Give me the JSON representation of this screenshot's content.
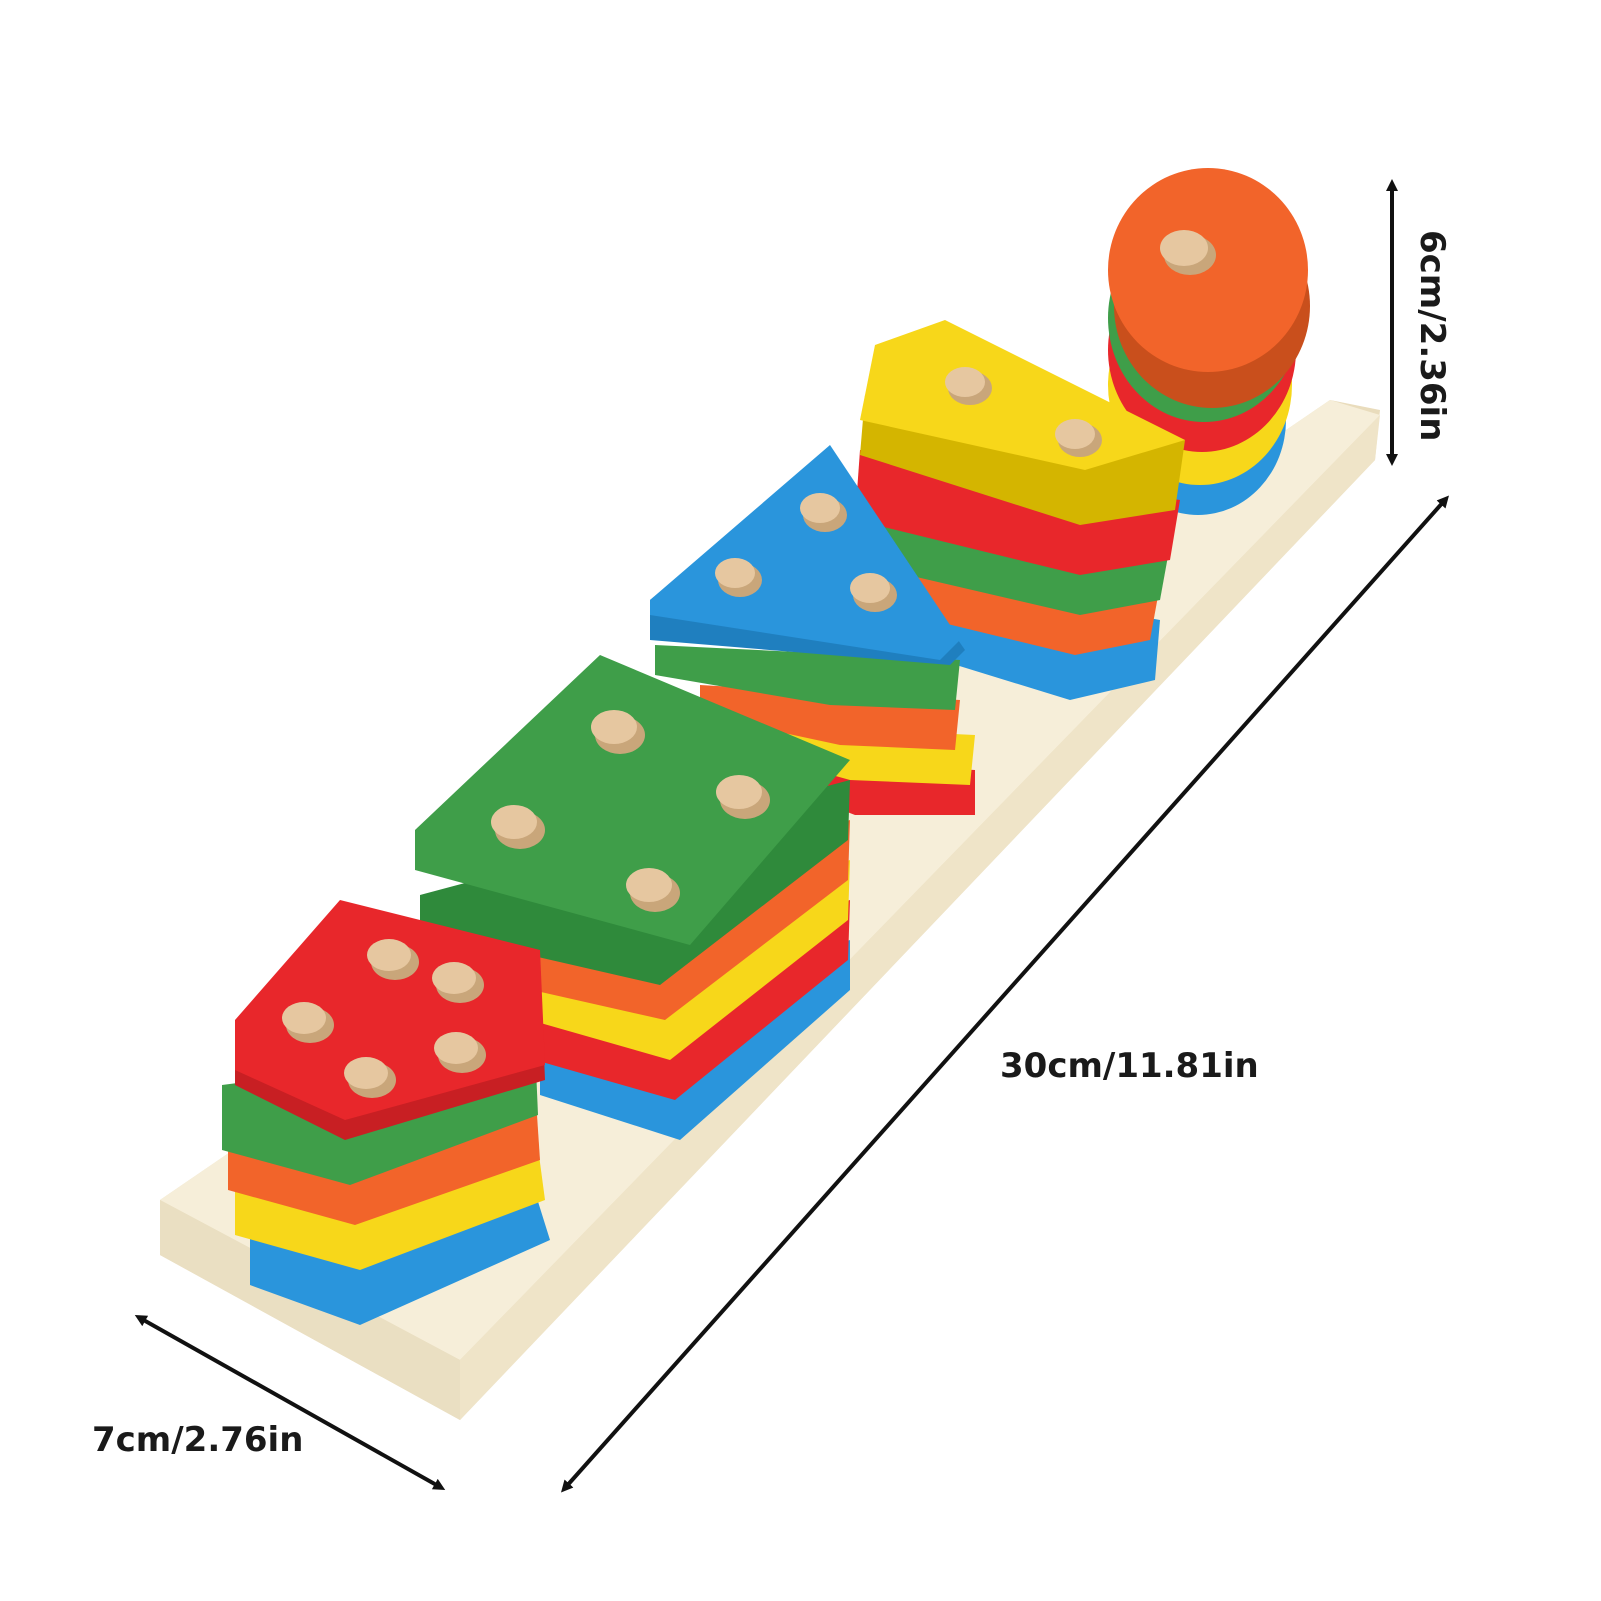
{
  "dimensions": {
    "length": "30cm/11.81in",
    "width": "7cm/2.76in",
    "height": "6cm/2.36in"
  },
  "colors": {
    "red": "#e8272b",
    "orange": "#f2642a",
    "yellow": "#f7d71a",
    "green": "#3f9e49",
    "blue": "#2a95dc",
    "wood": "#f4ead2",
    "peg": "#e6c7a0",
    "arrow": "#111111"
  },
  "stacks": [
    {
      "shape": "pentagon-icon",
      "layers": [
        "blue",
        "yellow",
        "orange",
        "green",
        "red"
      ],
      "pegs": 5
    },
    {
      "shape": "square-icon",
      "layers": [
        "blue",
        "red",
        "yellow",
        "orange",
        "green"
      ],
      "pegs": 4
    },
    {
      "shape": "triangle-icon",
      "layers": [
        "red",
        "yellow",
        "orange",
        "green",
        "blue"
      ],
      "pegs": 3
    },
    {
      "shape": "rectangle-icon",
      "layers": [
        "blue",
        "orange",
        "green",
        "red",
        "yellow"
      ],
      "pegs": 2
    },
    {
      "shape": "circle-icon",
      "layers": [
        "blue",
        "yellow",
        "red",
        "green",
        "orange"
      ],
      "pegs": 1
    }
  ]
}
